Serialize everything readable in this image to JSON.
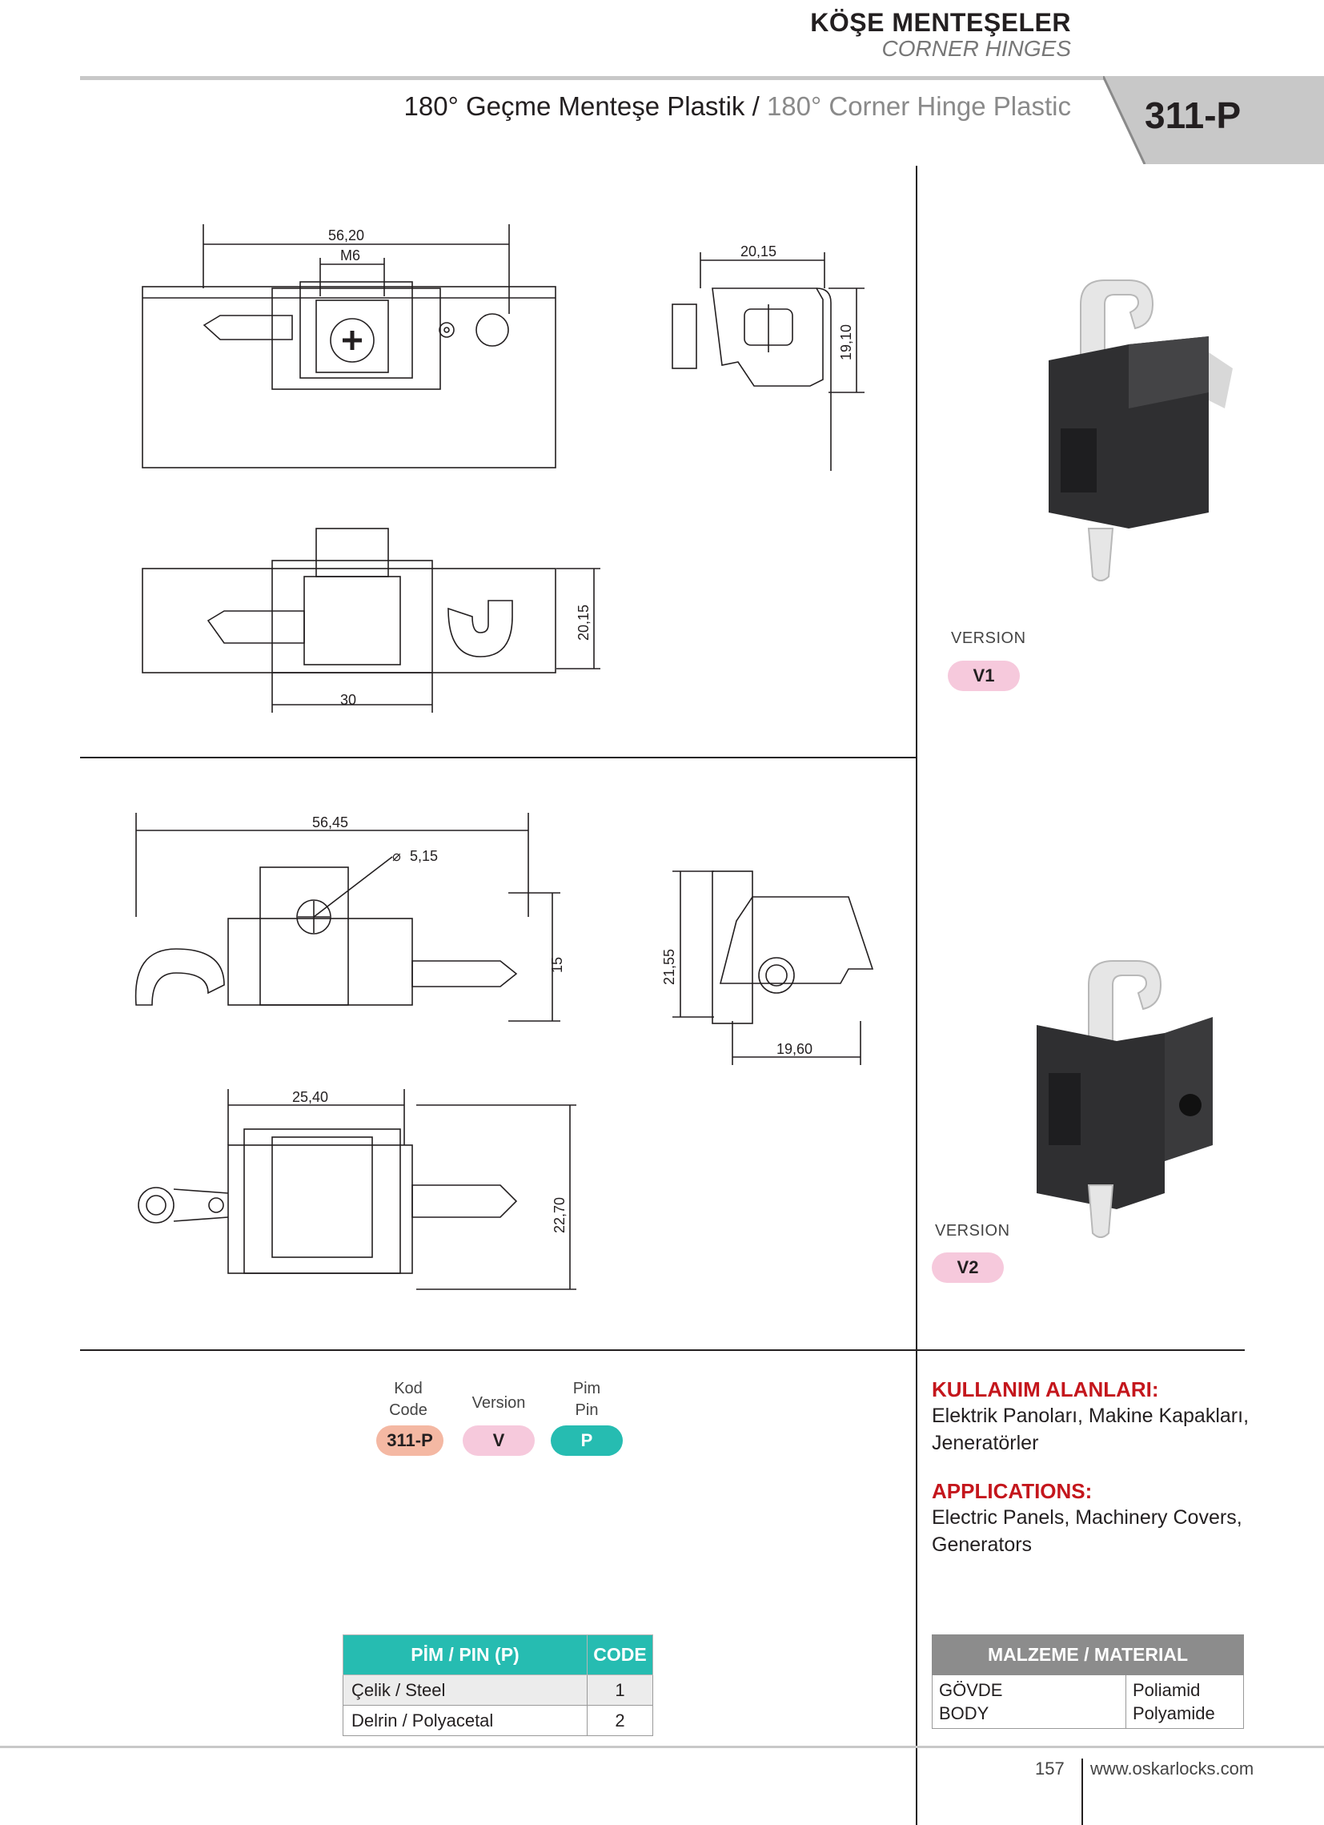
{
  "header": {
    "title_tr": "KÖŞE MENTEŞELER",
    "title_en": "CORNER HINGES",
    "subtitle_tr": "180° Geçme Menteşe Plastik /",
    "subtitle_en": "180° Corner Hinge Plastic",
    "product_code": "311-P"
  },
  "drawing_v1": {
    "dims": {
      "width_top": "56,20",
      "thread": "M6",
      "side_width": "20,15",
      "side_height": "19,10",
      "front_height": "20,15",
      "front_width": "30"
    }
  },
  "drawing_v2": {
    "dims": {
      "width_top": "56,45",
      "hole_dia": "5,15",
      "height": "15",
      "side_height": "21,55",
      "side_width": "19,60",
      "bottom_width": "25,40",
      "bottom_height": "22,70"
    }
  },
  "versions": [
    {
      "label": "VERSION",
      "value": "V1"
    },
    {
      "label": "VERSION",
      "value": "V2"
    }
  ],
  "ordering_code": {
    "code": {
      "label_tr": "Kod",
      "label_en": "Code",
      "value": "311-P"
    },
    "version": {
      "label": "Version",
      "value": "V"
    },
    "pin": {
      "label_tr": "Pim",
      "label_en": "Pin",
      "value": "P"
    }
  },
  "applications": {
    "heading_tr": "KULLANIM ALANLARI:",
    "text_tr": [
      "Elektrik Panoları, Makine Kapakları,",
      "Jeneratörler"
    ],
    "heading_en": "APPLICATIONS:",
    "text_en": [
      "Electric Panels, Machinery Covers,",
      "Generators"
    ]
  },
  "pin_table": {
    "headers": [
      "PİM / PIN (P)",
      "CODE"
    ],
    "rows": [
      [
        "Çelik / Steel",
        "1"
      ],
      [
        "Delrin / Polyacetal",
        "2"
      ]
    ]
  },
  "material_table": {
    "header": "MALZEME / MATERIAL",
    "part_tr": "GÖVDE",
    "part_en": "BODY",
    "material_tr": "Poliamid",
    "material_en": "Polyamide"
  },
  "footer": {
    "page": "157",
    "website": "www.oskarlocks.com"
  },
  "colors": {
    "accent_red": "#c4161c",
    "teal": "#26bcb1",
    "pink": "#f6c9dc",
    "peach": "#f4b8a3",
    "grey_tab": "#c8c8c8",
    "part_black": "#2f2f31",
    "pin_white": "#e6e6e6"
  }
}
